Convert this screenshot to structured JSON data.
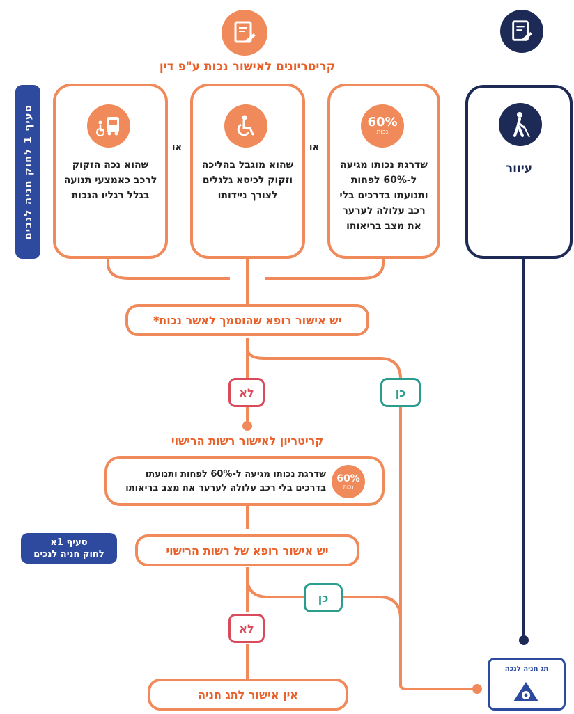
{
  "header": {
    "criteria_title": "קריטריונים לאישור נכות ע\"פ דין"
  },
  "criteria": [
    {
      "text": "שדרגת נכותו מגיעה ל-60% לפחות ותנועתו בדרכים בלי רכב עלולה לערער את מצב בריאותו",
      "icon_label": "60%",
      "icon_sub": "נכות"
    },
    {
      "text": "שהוא מוגבל בהליכה וזקוק לכיסא גלגלים לצורך ניידותו",
      "icon_label": "♿"
    },
    {
      "text": "שהוא נכה הזקוק לרכב כאמצעי תנועה בגלל רגליו הנכות",
      "icon_label": "bus-wheelchair"
    }
  ],
  "or_label": "או",
  "side_tag_1": "סעיף 1 לחוק חניה לנכים",
  "blind": {
    "label": "עיוור"
  },
  "doctor_approval": "יש אישור רופא שהוסמך לאשר נכות*",
  "no_label": "לא",
  "yes_label": "כן",
  "authority_heading": "קריטריון לאישור רשות הרישוי",
  "authority_criterion": "שדרגת נכותו מגיעה ל-60% לפחות ותנועתו בדרכים בלי רכב עלולה לערער את מצב בריאותו",
  "authority_icon": {
    "label": "60%",
    "sub": "נכות"
  },
  "side_tag_1a": {
    "line1": "סעיף 1א",
    "line2": "לחוק חניה לנכים"
  },
  "authority_doctor": "יש אישור רופא של רשות הרישוי",
  "no_permit": "אין אישור לתג חניה",
  "parking_tag": {
    "label": "תג חניה לנכה"
  },
  "colors": {
    "orange": "#f08a5a",
    "navy": "#1c2a55",
    "blue": "#2e4a9e",
    "teal": "#2a9d8f",
    "red": "#d94a5a"
  }
}
